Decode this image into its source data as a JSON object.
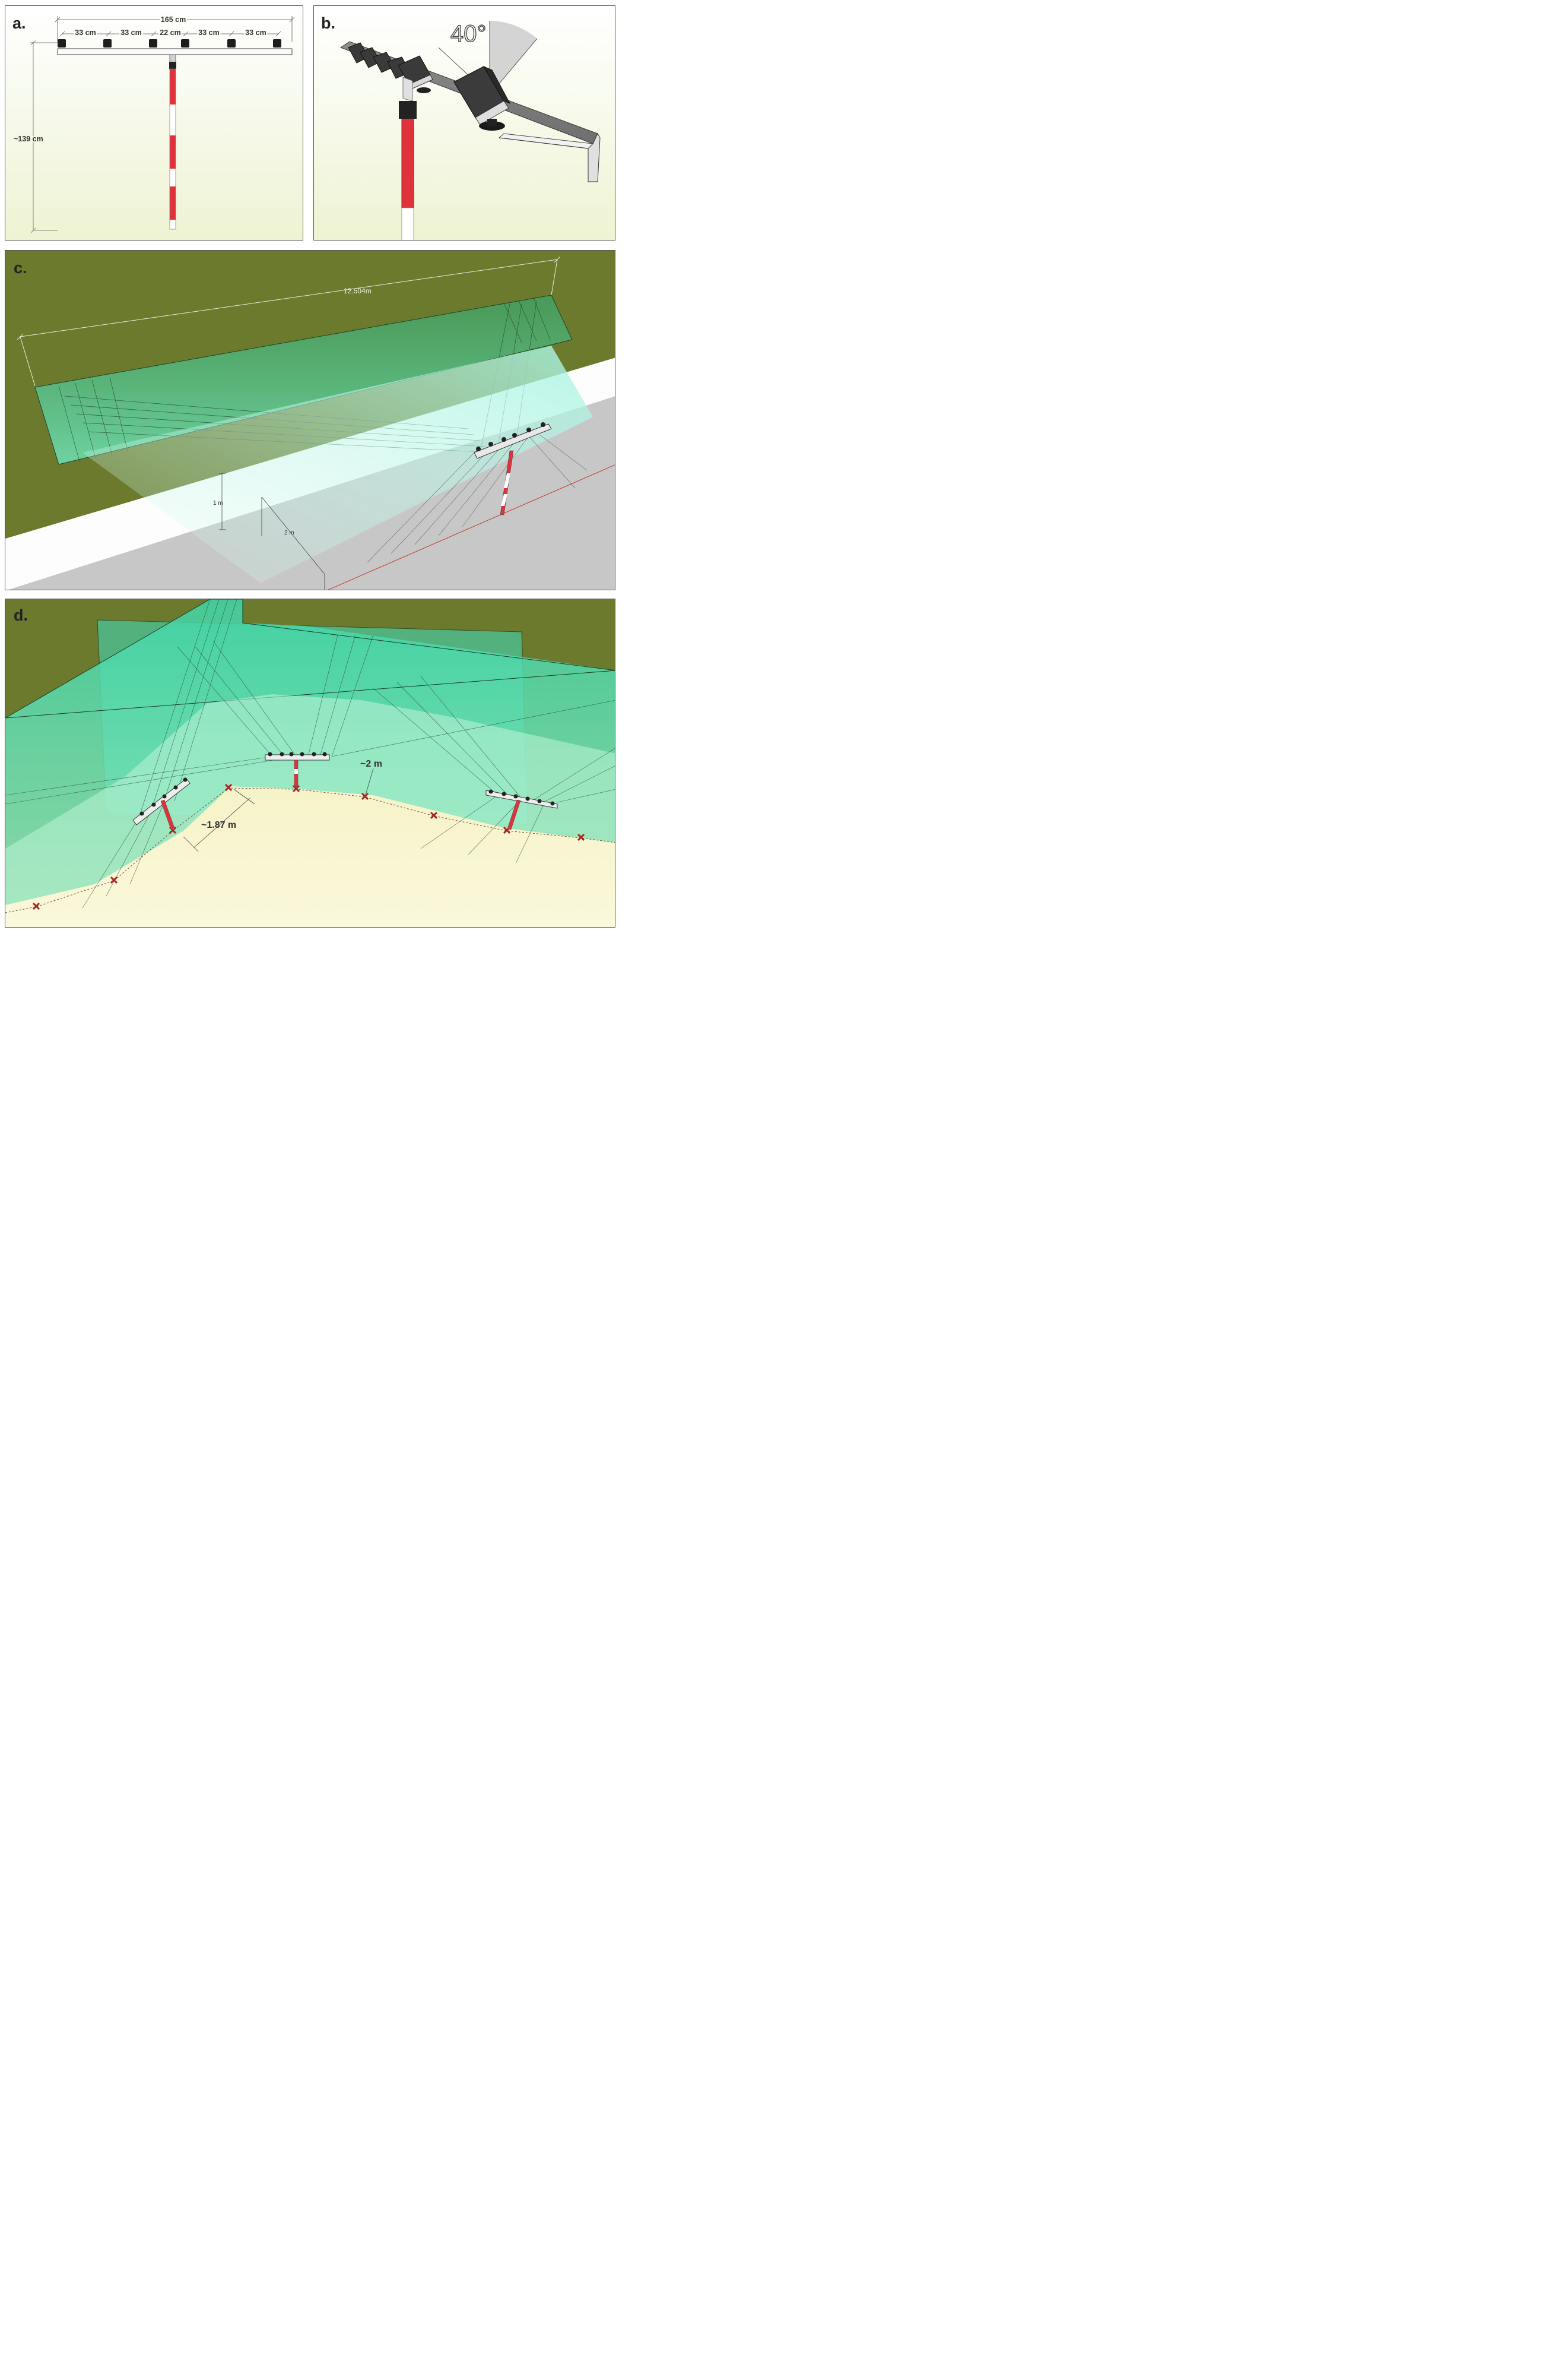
{
  "panels": {
    "a": {
      "label": "a.",
      "total_width": "165 cm",
      "spacing_labels": [
        "33 cm",
        "33 cm",
        "22 cm",
        "33 cm",
        "33 cm"
      ],
      "height": "~139 cm"
    },
    "b": {
      "label": "b.",
      "angle": "40°"
    },
    "c": {
      "label": "c.",
      "span": "12.504m",
      "height": "1 m",
      "distance": "2 m"
    },
    "d": {
      "label": "d.",
      "spacing": "~1.87 m",
      "distance": "~2 m"
    }
  },
  "colors": {
    "grass": "#6b7a2c",
    "sky": "#f0f4d8",
    "fov": "#3fe0b0",
    "ground": "#c7c7c7",
    "pole_red": "#e0323a",
    "marker": "#a8231f"
  }
}
